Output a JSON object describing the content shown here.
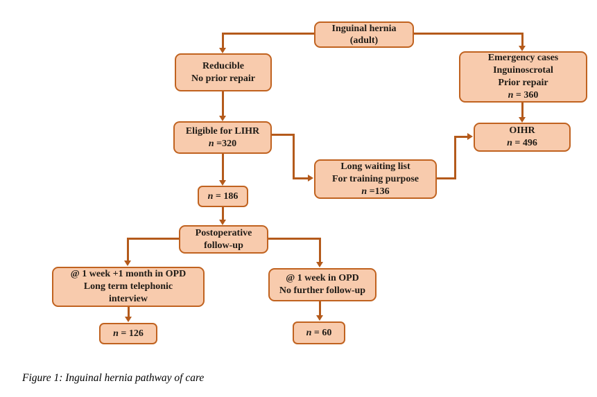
{
  "figure": {
    "caption": "Figure 1: Inguinal hernia pathway of care"
  },
  "colors": {
    "box_fill": "#F8CBAD",
    "box_border": "#C0621F",
    "line": "#B45A1B",
    "text": "#1F1B16"
  },
  "nodes": {
    "root": {
      "line1": "Inguinal hernia",
      "line2": "(adult)"
    },
    "reducible": {
      "line1": "Reducible",
      "line2": "No prior repair"
    },
    "emergency": {
      "line1": "Emergency cases",
      "line2": "Inguinoscrotal",
      "line3": "Prior repair",
      "n_var": "n",
      "n_rest": " = 360"
    },
    "eligible": {
      "line1": "Eligible for LIHR",
      "n_var": "n",
      "n_rest": " =320"
    },
    "oihr": {
      "line1": "OIHR",
      "n_var": "n",
      "n_rest": " = 496"
    },
    "waiting": {
      "line1": "Long waiting list",
      "line2": "For training purpose",
      "n_var": "n",
      "n_rest": " =136"
    },
    "n186": {
      "n_var": "n",
      "n_rest": " = 186"
    },
    "postop": {
      "line1": "Postoperative",
      "line2": "follow-up"
    },
    "opd_long": {
      "line1": "@ 1 week +1 month in OPD",
      "line2": "Long term telephonic",
      "line3": "interview"
    },
    "opd_short": {
      "line1": "@ 1 week in OPD",
      "line2": "No further follow-up"
    },
    "n126": {
      "n_var": "n",
      "n_rest": " = 126"
    },
    "n60": {
      "n_var": "n",
      "n_rest": " = 60"
    }
  }
}
